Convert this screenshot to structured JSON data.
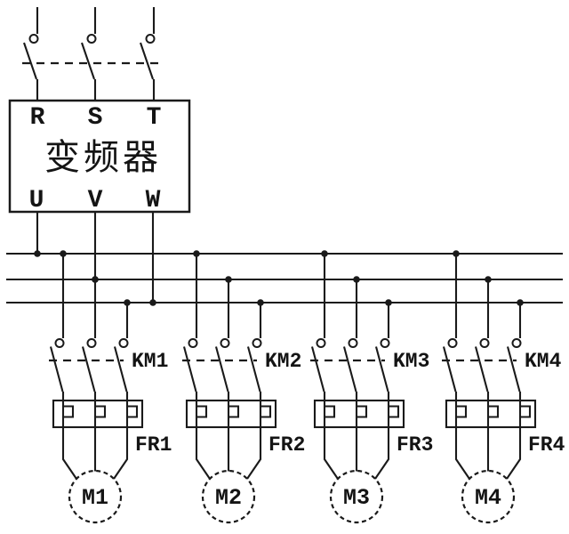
{
  "inverter": {
    "label": "变频器",
    "inputs": [
      "R",
      "S",
      "T"
    ],
    "outputs": [
      "U",
      "V",
      "W"
    ]
  },
  "branches": [
    {
      "contactor": "KM1",
      "thermal_relay": "FR1",
      "motor": "M1"
    },
    {
      "contactor": "KM2",
      "thermal_relay": "FR2",
      "motor": "M2"
    },
    {
      "contactor": "KM3",
      "thermal_relay": "FR3",
      "motor": "M3"
    },
    {
      "contactor": "KM4",
      "thermal_relay": "FR4",
      "motor": "M4"
    }
  ],
  "colors": {
    "line": "#1a1a1a",
    "background": "#ffffff"
  }
}
